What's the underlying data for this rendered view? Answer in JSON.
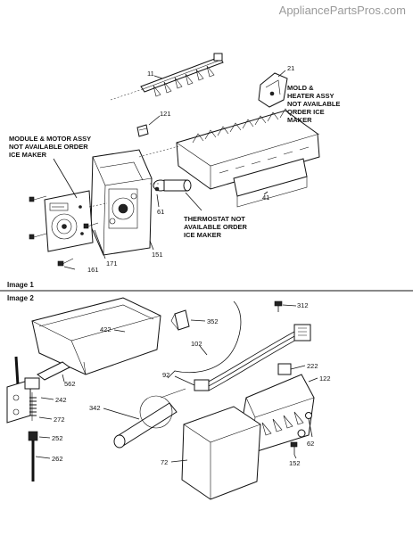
{
  "watermark": "AppliancePartsPros.com",
  "sections": {
    "image1": "Image 1",
    "image2": "Image 2"
  },
  "image1": {
    "callouts": {
      "p11": "11",
      "p21": "21",
      "p121": "121",
      "p41": "41",
      "p61": "61",
      "p151": "151",
      "p171": "171",
      "p161": "161"
    },
    "notes": {
      "mold": [
        "MOLD &",
        "HEATER ASSY",
        "NOT AVAILABLE",
        "ORDER ICE",
        "MAKER"
      ],
      "module": [
        "MODULE & MOTOR ASSY",
        "NOT AVAILABLE ORDER",
        "ICE MAKER"
      ],
      "thermostat": [
        "THERMOSTAT NOT",
        "AVAILABLE ORDER",
        "ICE MAKER"
      ]
    }
  },
  "image2": {
    "callouts": {
      "p312": "312",
      "p352": "352",
      "p422": "422",
      "p102": "102",
      "p562": "562",
      "p222": "222",
      "p92": "92",
      "p122": "122",
      "p242": "242",
      "p342": "342",
      "p272": "272",
      "p252": "252",
      "p262": "262",
      "p72": "72",
      "p62": "62",
      "p152": "152"
    }
  }
}
